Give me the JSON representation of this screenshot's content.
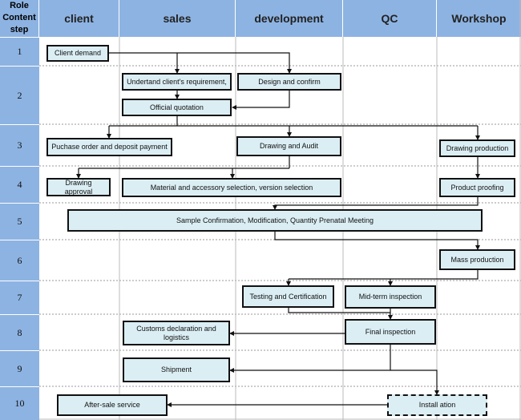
{
  "header": {
    "corner": [
      "Role",
      "Content",
      "step"
    ],
    "roles": [
      "client",
      "sales",
      "development",
      "QC",
      "Workshop"
    ]
  },
  "steps": [
    "1",
    "2",
    "3",
    "4",
    "5",
    "6",
    "7",
    "8",
    "9",
    "10"
  ],
  "nodes": {
    "client_demand": "Client demand",
    "understand": "Undertand client's requirement,",
    "design_confirm": "Design and  confirm",
    "official_quotation": "Official  quotation",
    "purchase_order": "Puchase  order and deposit payment",
    "drawing_audit": "Drawing and Audit",
    "drawing_production": "Drawing production",
    "drawing_approval": "Drawing approval",
    "material_selection": "Material and accessory selection, version selection",
    "product_proofing": "Product proofing",
    "sample_confirmation": "Sample Confirmation, Modification, Quantity Prenatal Meeting",
    "mass_production": "Mass production",
    "testing_certification": "Testing and Certification",
    "midterm_inspection": "Mid-term inspection",
    "customs_declaration": "Customs declaration and logistics",
    "final_inspection": "Final inspection",
    "shipment": "Shipment",
    "after_sale": "After-sale service",
    "installation": "Install ation"
  },
  "colors": {
    "header_fill": "#8db3e2",
    "box_fill": "#dbeef4",
    "line": "#111111"
  }
}
